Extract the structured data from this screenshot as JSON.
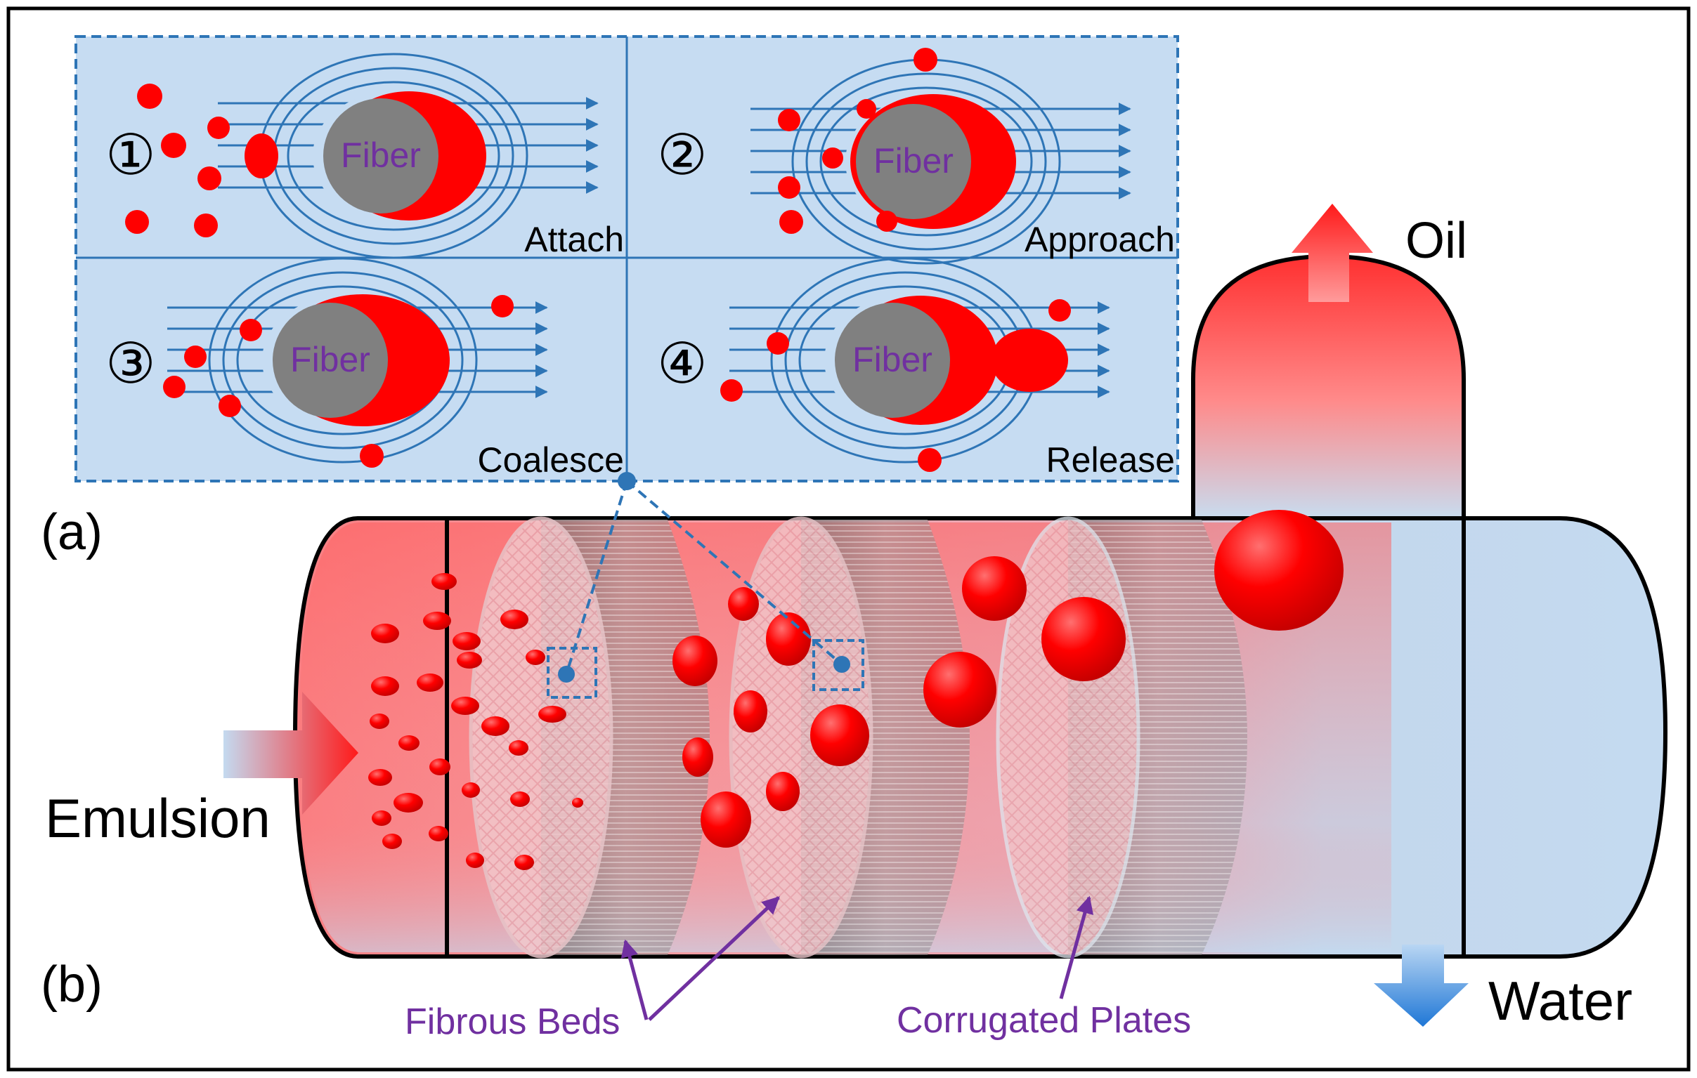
{
  "panel_a": {
    "letter": "(a)",
    "steps": [
      {
        "num": "①",
        "name": "Attach"
      },
      {
        "num": "②",
        "name": "Approach"
      },
      {
        "num": "③",
        "name": "Coalesce"
      },
      {
        "num": "④",
        "name": "Release"
      }
    ],
    "fiber_label": "Fiber"
  },
  "panel_b": {
    "letter": "(b)",
    "emulsion_label": "Emulsion",
    "oil_label": "Oil",
    "water_label": "Water",
    "fibrous_beds_label": "Fibrous Beds",
    "corrugated_plates_label": "Corrugated Plates"
  },
  "colors": {
    "oil_red": "#ff0000",
    "water_blue": "#c4daf0",
    "panel_blue": "#c6dcf2",
    "flow_blue": "#2e75b6",
    "dashed_blue": "#2e75b6",
    "annotation_purple": "#7030a0",
    "fiber_gray": "#808080"
  },
  "icons": [
    "oil-droplet",
    "fiber",
    "flow-arrow",
    "up-arrow",
    "down-arrow",
    "mesh-bed",
    "corrugated-plate"
  ]
}
